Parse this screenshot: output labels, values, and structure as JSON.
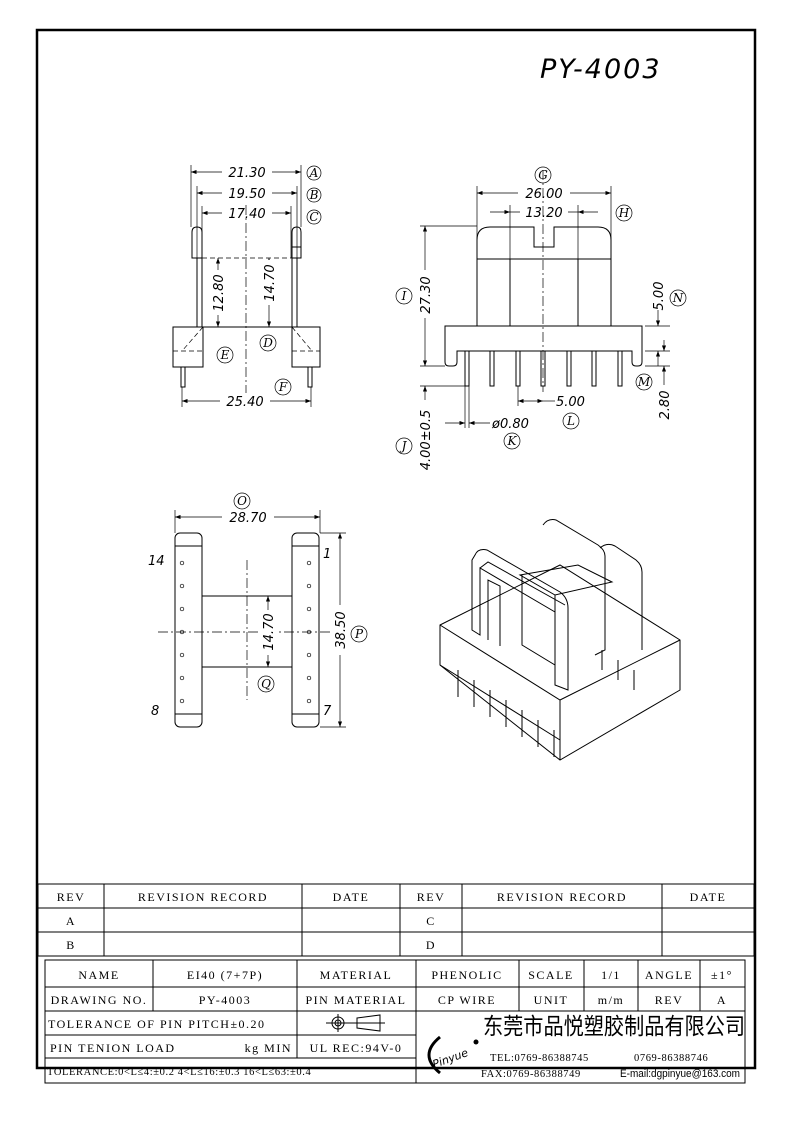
{
  "drawing_title": "PY-4003",
  "front_view": {
    "dim_a": "21.30",
    "dim_b": "19.50",
    "dim_c": "17.40",
    "dim_e": "12.80",
    "dim_d": "14.70",
    "dim_f": "25.40",
    "labels": {
      "a": "A",
      "b": "B",
      "c": "C",
      "d": "D",
      "e": "E",
      "f": "F"
    }
  },
  "side_view": {
    "dim_g": "26.00",
    "dim_h": "13.20",
    "dim_i": "27.30",
    "dim_j": "4.00±0.5",
    "dim_k": "ø0.80",
    "dim_l": "5.00",
    "dim_n": "5.00",
    "dim_m": "2.80",
    "labels": {
      "g": "G",
      "h": "H",
      "i": "I",
      "j": "J",
      "k": "K",
      "l": "L",
      "m": "M",
      "n": "N"
    }
  },
  "bottom_view": {
    "dim_o": "28.70",
    "dim_p": "38.50",
    "dim_q": "14.70",
    "pin_14": "14",
    "pin_8": "8",
    "pin_1": "1",
    "pin_7": "7",
    "labels": {
      "o": "O",
      "p": "P",
      "q": "Q"
    }
  },
  "revision_table": {
    "headers": [
      "REV",
      "REVISION RECORD",
      "DATE",
      "REV",
      "REVISION RECORD",
      "DATE"
    ],
    "rows": [
      [
        "A",
        "",
        "",
        "C",
        "",
        ""
      ],
      [
        "B",
        "",
        "",
        "D",
        "",
        ""
      ]
    ]
  },
  "title_block": {
    "name_label": "NAME",
    "name_value": "EI40 (7+7P)",
    "material_label": "MATERIAL",
    "material_value": "PHENOLIC",
    "scale_label": "SCALE",
    "scale_value": "1/1",
    "angle_label": "ANGLE",
    "angle_value": "±1°",
    "drawing_no_label": "DRAWING NO.",
    "drawing_no_value": "PY-4003",
    "pin_material_label": "PIN MATERIAL",
    "pin_material_value": "CP WIRE",
    "unit_label": "UNIT",
    "unit_value": "m/m",
    "rev_label": "REV",
    "rev_value": "A",
    "pin_pitch_tolerance": "TOLERANCE OF PIN PITCH±0.20",
    "pin_tension_label": "PIN TENION LOAD",
    "pin_tension_unit": "kg MIN",
    "ul_rec": "UL REC:94V-0",
    "tolerance": "TOLERANCE:0<L≤4:±0.2  4<L≤16:±0.3  16<L≤63:±0.4",
    "company_logo": "Pinyue",
    "company_name": "东莞市品悦塑胶制品有限公司",
    "tel": "TEL:0769-86388745",
    "tel2": "0769-86388746",
    "fax": "FAX:0769-86388749",
    "email": "E-mail:dgpinyue@163.com"
  }
}
